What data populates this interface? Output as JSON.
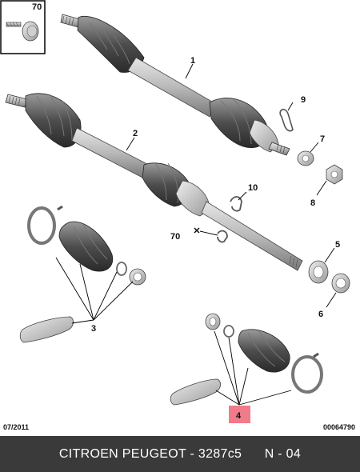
{
  "diagram": {
    "callouts": {
      "part_1": "1",
      "part_2": "2",
      "part_3": "3",
      "part_4": "4",
      "part_5": "5",
      "part_6": "6",
      "part_7": "7",
      "part_8": "8",
      "part_9": "9",
      "part_10": "10",
      "part_70_inset": "70",
      "part_70_body": "70"
    },
    "highlight_color": "#f07b8a"
  },
  "footer": {
    "date_code": "07/2011",
    "reference_code": "00064790",
    "caption": "CITROEN PEUGEOT - 3287c5      N - 04"
  }
}
